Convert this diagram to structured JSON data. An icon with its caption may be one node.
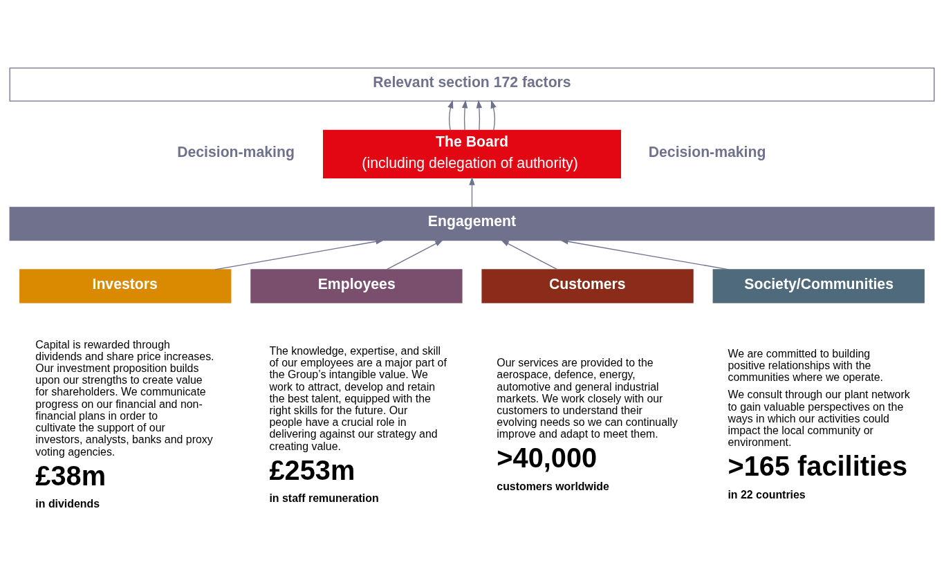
{
  "diagram": {
    "nodes": [
      {
        "text": [
          "Relevant section 172 factors"
        ]
      },
      {
        "text": [
          "The Board",
          "(including delegation of authority)"
        ]
      },
      {
        "text": [
          "Engagement"
        ]
      },
      {
        "text": [
          "Investors"
        ],
        "beside": [
          "Capital is rewarded through dividends and share price increases. Our investment proposition builds upon our strengths to create value for shareholders. We communicate progress on our financial and non-financial plans in order to cultivate the support of our investors, analysts, banks and proxy voting agencies.",
          "£38m",
          "in dividends"
        ]
      },
      {
        "text": [
          "Employees"
        ],
        "beside": [
          "The knowledge, expertise, and skill of our employees are a major part of the Group’s intangible value. We work to attract, develop and retain the best talent, equipped with the right skills for the future. Our people have a crucial role in delivering against our strategy and creating value.",
          "£253m",
          "in staff remuneration"
        ]
      },
      {
        "text": [
          "Customers"
        ],
        "beside": [
          "Our services are provided to the aerospace, defence, energy, automotive and general industrial markets. We work closely with our customers to understand their evolving needs so we can continually improve and adapt to meet them.",
          ">40,000",
          "customers worldwide"
        ]
      },
      {
        "text": [
          "Society/Communities"
        ],
        "beside": [
          "We are committed to building positive relationships with the communities where we operate.",
          "We consult through our plant network to gain valuable perspectives on the ways in which our activities could impact the local community or environment.",
          ">165 facilities",
          "in 22 countries"
        ]
      }
    ],
    "edges": [
      {
        "from": 1,
        "to": 0,
        "arrow": "to"
      },
      {
        "from": 1,
        "to": 0,
        "arrow": "to"
      },
      {
        "from": 1,
        "to": 0,
        "arrow": "to"
      },
      {
        "from": 1,
        "to": 0,
        "arrow": "to"
      },
      {
        "from": 2,
        "to": 1,
        "arrow": "to"
      },
      {
        "from": 3,
        "to": 2,
        "arrow": "to"
      },
      {
        "from": 4,
        "to": 2,
        "arrow": "to"
      },
      {
        "from": 5,
        "to": 2,
        "arrow": "to"
      },
      {
        "from": 6,
        "to": 2,
        "arrow": "to"
      }
    ],
    "labels": [
      "Decision-making",
      "Decision-making"
    ]
  }
}
